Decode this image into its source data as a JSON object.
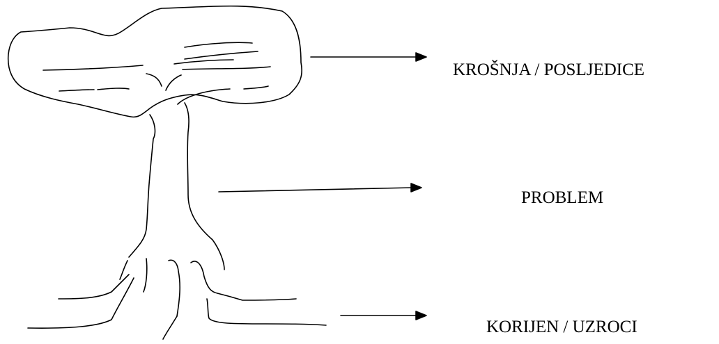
{
  "labels": {
    "crown": "KROŠNJA / POSLJEDICE",
    "trunk": "PROBLEM",
    "roots": "KORIJEN / UZROCI"
  }
}
